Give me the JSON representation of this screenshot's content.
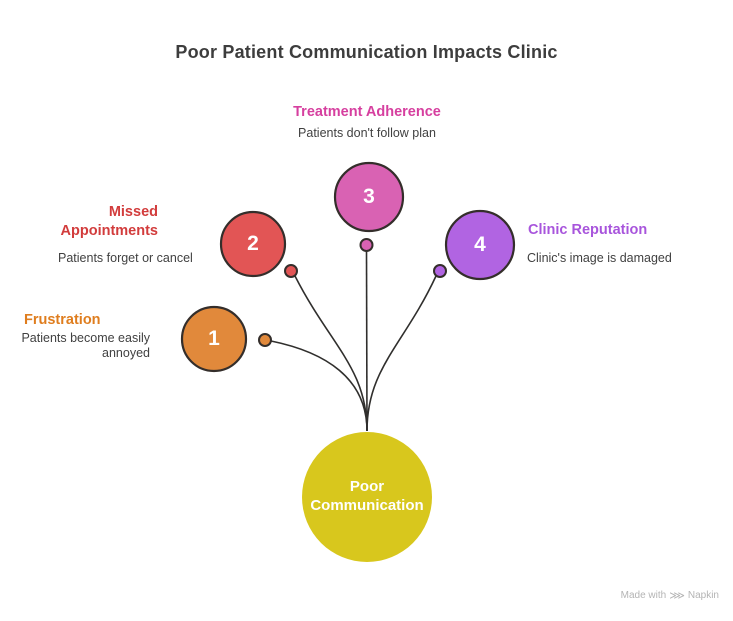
{
  "title": "Poor Patient Communication Impacts Clinic",
  "center_node": {
    "label": "Poor Communication",
    "fill_color": "#d8c71d",
    "label_color": "#ffffff"
  },
  "nodes": [
    {
      "number": "1",
      "heading": "Frustration",
      "description": "Patients become easily annoyed",
      "fill_color": "#e1893b",
      "heading_color": "#df7d1e"
    },
    {
      "number": "2",
      "heading": "Missed Appointments",
      "description": "Patients forget or cancel",
      "fill_color": "#e25555",
      "heading_color": "#d23c3c"
    },
    {
      "number": "3",
      "heading": "Treatment Adherence",
      "description": "Patients don't follow plan",
      "fill_color": "#d962b3",
      "heading_color": "#d63f9f"
    },
    {
      "number": "4",
      "heading": "Clinic Reputation",
      "description": "Clinic's image is damaged",
      "fill_color": "#b164e2",
      "heading_color": "#a855dc"
    }
  ],
  "colors": {
    "connector_line": "#302f2d",
    "node_outline": "#342e2b",
    "title_text": "#3d3d3d",
    "description_text": "#414141",
    "number_text": "#ffffff"
  },
  "watermark": {
    "prefix": "Made with",
    "brand": "Napkin",
    "icon": "napkin-logo",
    "icon_glyph": "⋙",
    "color": "#b4b4b4"
  }
}
